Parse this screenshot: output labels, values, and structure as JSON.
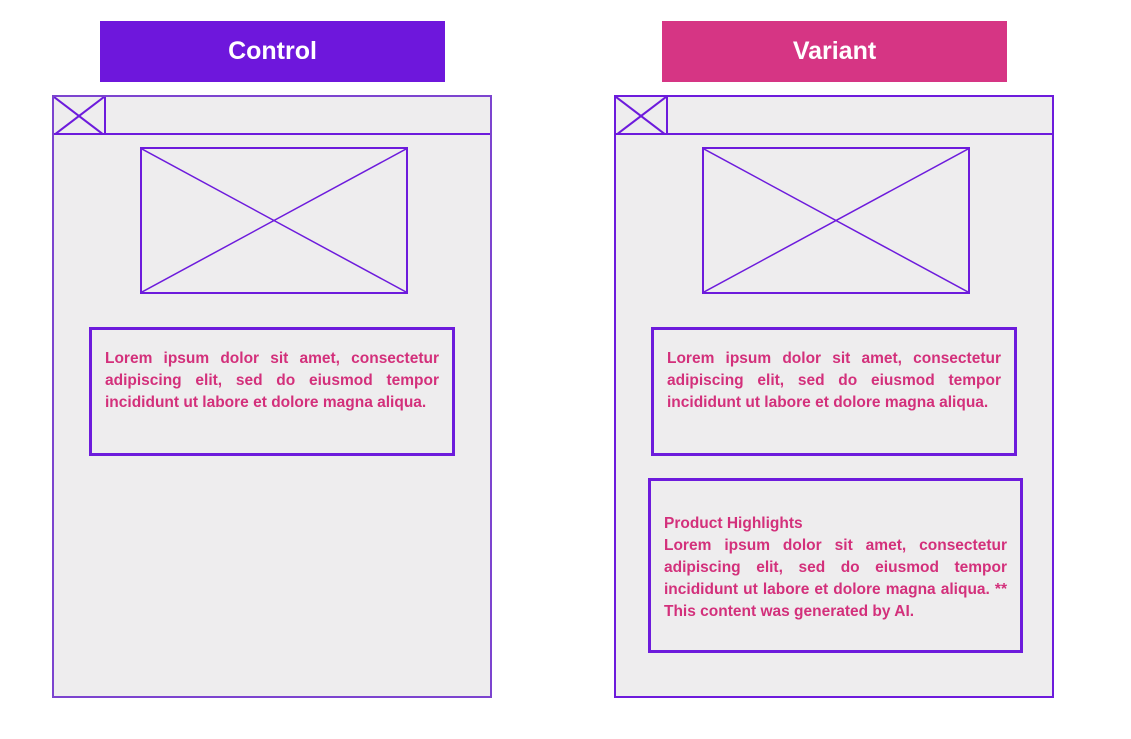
{
  "panels": {
    "control": {
      "label": "Control",
      "body_text": "Lorem ipsum dolor sit amet, consectetur adipiscing elit, sed do eiusmod tempor incididunt ut labore et dolore magna aliqua."
    },
    "variant": {
      "label": "Variant",
      "body_text": "Lorem ipsum dolor sit amet, consectetur adipiscing elit, sed do eiusmod tempor incididunt ut labore et dolore magna aliqua.",
      "highlights_title": "Product Highlights",
      "highlights_text": "Lorem ipsum dolor sit amet, consectetur adipiscing elit, sed do eiusmod tempor incididunt ut labore et dolore magna aliqua. ** This content was generated by AI."
    }
  },
  "colors": {
    "control_accent": "#6e17dc",
    "variant_accent": "#d63584",
    "wireframe_line": "#6d1bdc",
    "text": "#d3307b",
    "frame_fill": "#eeedee"
  },
  "icons": [
    "image-placeholder-icon"
  ]
}
